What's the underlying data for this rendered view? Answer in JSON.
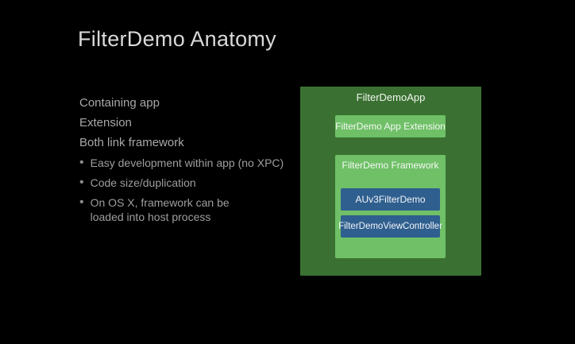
{
  "slide": {
    "title": "FilterDemo Anatomy",
    "bullet_char": "•",
    "points": [
      "Containing app",
      "Extension",
      "Both link framework"
    ],
    "sub_bullets": [
      "Easy development within app (no XPC)",
      "Code size/duplication",
      "On OS X, framework can be\nloaded into host process"
    ]
  },
  "diagram": {
    "app_label": "FilterDemoApp",
    "extension_label": "FilterDemo App Extension",
    "framework_label": "FilterDemo Framework",
    "audiounit_label": "AUv3FilterDemo",
    "viewcontroller_label": "FilterDemoViewController",
    "colors": {
      "background": "#000000",
      "outer_box_green": "#3a7132",
      "inner_box_green": "#6fc067",
      "class_box_blue": "#2f5f8f",
      "title_text": "#d9d9d9",
      "body_text": "#a8a8a8",
      "diagram_text": "#f6f8f4"
    }
  }
}
